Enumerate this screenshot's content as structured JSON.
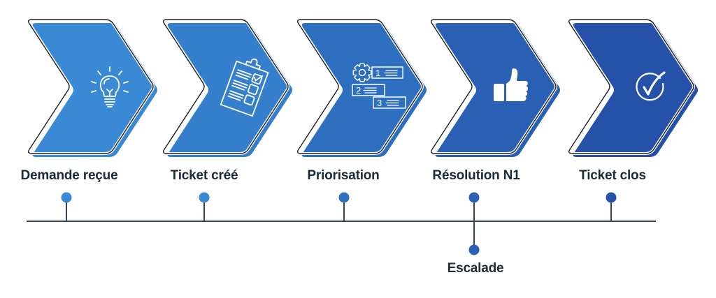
{
  "diagram": {
    "title": "",
    "steps": [
      {
        "label": "Demande reçue",
        "icon": "lightbulb-icon",
        "color": "#3a89d4",
        "dot_color": "#3a89d4"
      },
      {
        "label": "Ticket créé",
        "icon": "clipboard-checklist-icon",
        "color": "#357fcc",
        "dot_color": "#3a89d4"
      },
      {
        "label": "Priorisation",
        "icon": "gear-priority-list-icon",
        "color": "#2f6fc0",
        "dot_color": "#2f6fc0"
      },
      {
        "label": "Résolution N1",
        "icon": "thumbs-up-icon",
        "color": "#2a60b4",
        "dot_color": "#2a60b4"
      },
      {
        "label": "Ticket clos",
        "icon": "check-circle-icon",
        "color": "#2651a9",
        "dot_color": "#2651a9"
      }
    ],
    "branch": {
      "label": "Escalade",
      "from_step": 3,
      "dot_color": "#2a60b4"
    },
    "priority_numbers": [
      "1",
      "2",
      "3"
    ],
    "colors": {
      "outline": "#1a1f2b",
      "timeline": "#34445a",
      "text": "#1c2a3a",
      "icon": "#ffffff"
    }
  }
}
